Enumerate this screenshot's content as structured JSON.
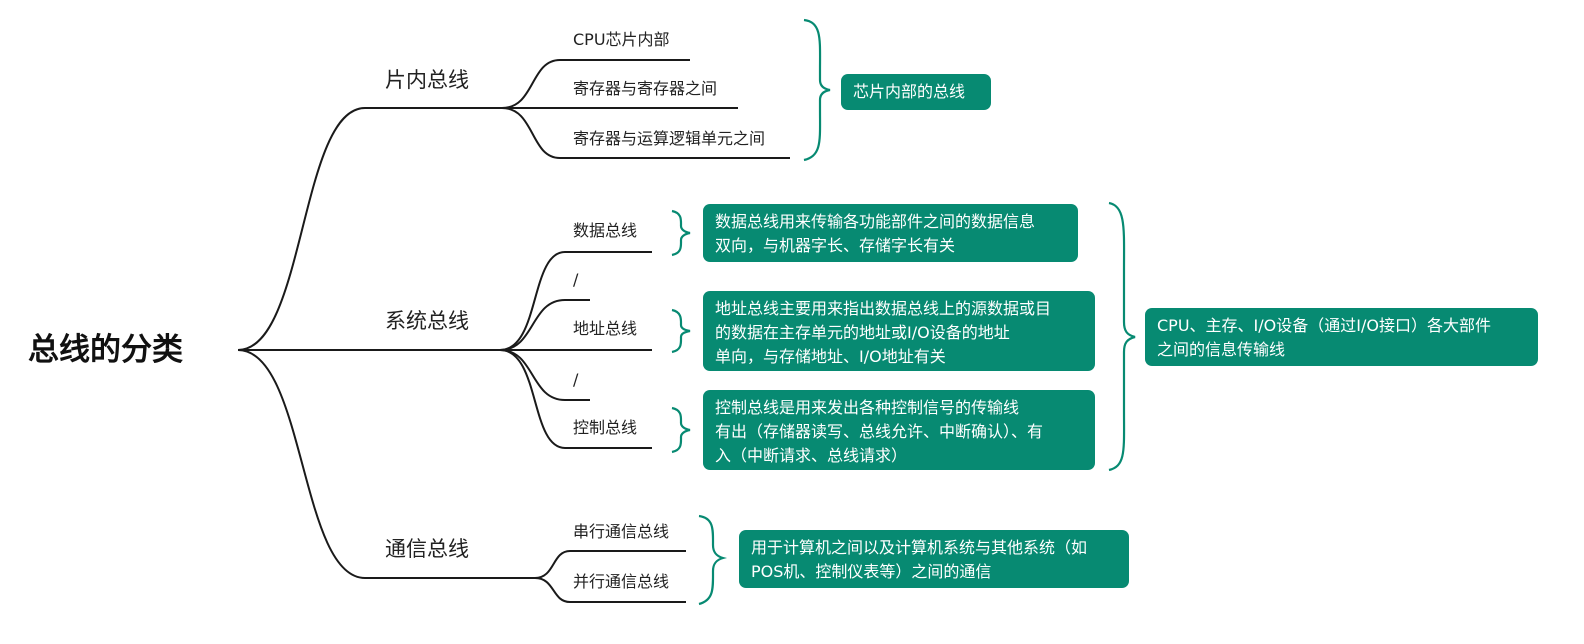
{
  "root": "总线的分类",
  "branches": [
    {
      "label": "片内总线",
      "children": [
        "CPU芯片内部",
        "寄存器与寄存器之间",
        "寄存器与运算逻辑单元之间"
      ],
      "note": "芯片内部的总线"
    },
    {
      "label": "系统总线",
      "children": [
        {
          "label": "数据总线",
          "note": "数据总线用来传输各功能部件之间的数据信息\n双向，与机器字长、存储字长有关"
        },
        {
          "label": "/"
        },
        {
          "label": "地址总线",
          "note": "地址总线主要用来指出数据总线上的源数据或目\n的数据在主存单元的地址或I/O设备的地址\n单向，与存储地址、I/O地址有关"
        },
        {
          "label": "/"
        },
        {
          "label": "控制总线",
          "note": "控制总线是用来发出各种控制信号的传输线\n有出（存储器读写、总线允许、中断确认）、有\n入（中断请求、总线请求）"
        }
      ],
      "note": "CPU、主存、I/O设备（通过I/O接口）各大部件\n之间的信息传输线"
    },
    {
      "label": "通信总线",
      "children": [
        "串行通信总线",
        "并行通信总线"
      ],
      "note": "用于计算机之间以及计算机系统与其他系统（如\nPOS机、控制仪表等）之间的通信"
    }
  ],
  "colors": {
    "accent": "#078a72",
    "line": "#1a1a1a"
  }
}
